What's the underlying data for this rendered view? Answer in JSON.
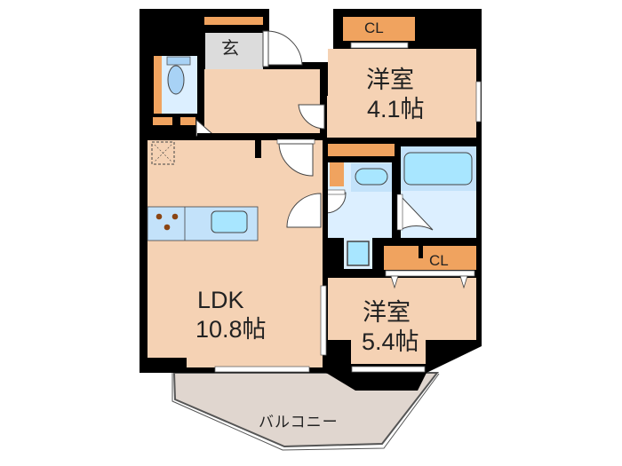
{
  "floor_plan": {
    "colors": {
      "wall": "#000000",
      "room_floor": "#f5d2b4",
      "closet": "#f0a35f",
      "wet_area": "#dcefff",
      "fixture": "#a8e6ff",
      "entrance": "#dcdcdc",
      "balcony": "#e0d6cf",
      "window": "#ffffff"
    },
    "rooms": [
      {
        "id": "ldk",
        "name": "LDK",
        "size": "10.8帖"
      },
      {
        "id": "western1",
        "name": "洋室",
        "size": "4.1帖"
      },
      {
        "id": "western2",
        "name": "洋室",
        "size": "5.4帖"
      }
    ],
    "closets": [
      {
        "id": "cl1",
        "label": "CL"
      },
      {
        "id": "cl2",
        "label": "CL"
      }
    ],
    "entrance": {
      "label": "玄"
    },
    "balcony": {
      "label": "バルコニー"
    }
  }
}
